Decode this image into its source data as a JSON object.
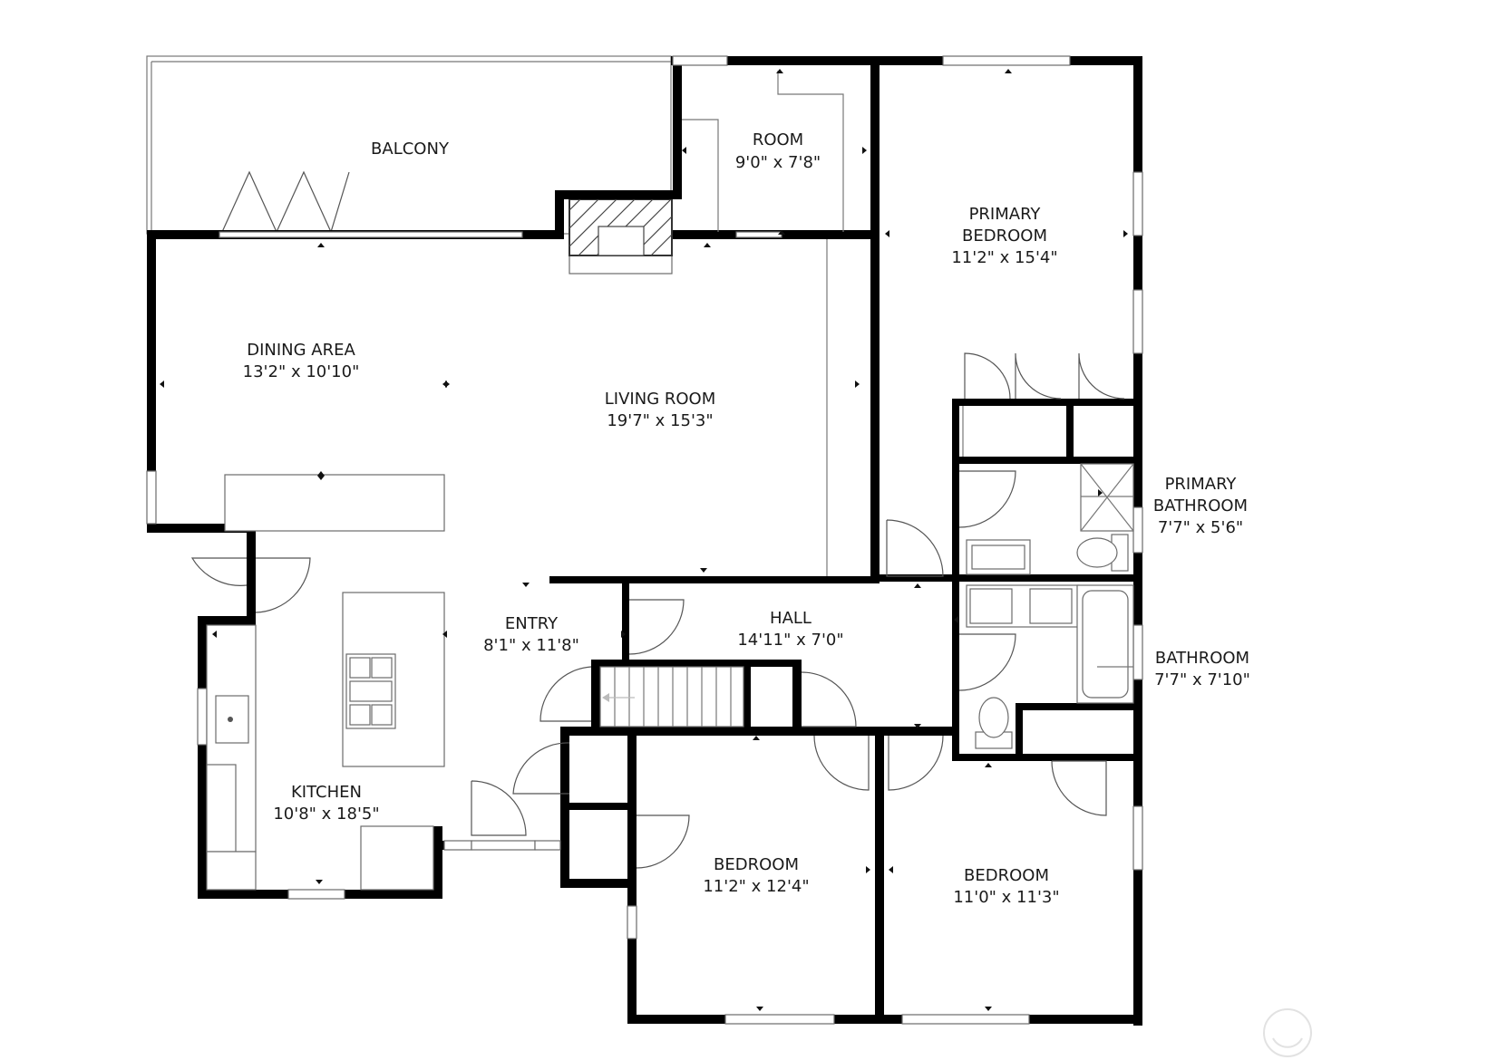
{
  "rooms": {
    "balcony": {
      "name": "BALCONY"
    },
    "room": {
      "name": "ROOM",
      "dims": "9'0\" x 7'8\""
    },
    "primary_bedroom": {
      "name_line1": "PRIMARY",
      "name_line2": "BEDROOM",
      "dims": "11'2\" x 15'4\""
    },
    "dining": {
      "name": "DINING AREA",
      "dims": "13'2\" x 10'10\""
    },
    "living": {
      "name": "LIVING ROOM",
      "dims": "19'7\" x 15'3\""
    },
    "primary_bathroom": {
      "name_line1": "PRIMARY",
      "name_line2": "BATHROOM",
      "dims": "7'7\" x 5'6\""
    },
    "entry": {
      "name": "ENTRY",
      "dims": "8'1\" x 11'8\""
    },
    "hall": {
      "name": "HALL",
      "dims": "14'11\" x 7'0\""
    },
    "bathroom": {
      "name": "BATHROOM",
      "dims": "7'7\" x 7'10\""
    },
    "kitchen": {
      "name": "KITCHEN",
      "dims": "10'8\" x 18'5\""
    },
    "bedroom_a": {
      "name": "BEDROOM",
      "dims": "11'2\" x 12'4\""
    },
    "bedroom_b": {
      "name": "BEDROOM",
      "dims": "11'0\" x 11'3\""
    }
  },
  "colors": {
    "wall": "#000000",
    "fixture_stroke": "#6b6b6b",
    "background": "#ffffff"
  },
  "icons": {
    "watermark": "circle-logo-icon"
  }
}
